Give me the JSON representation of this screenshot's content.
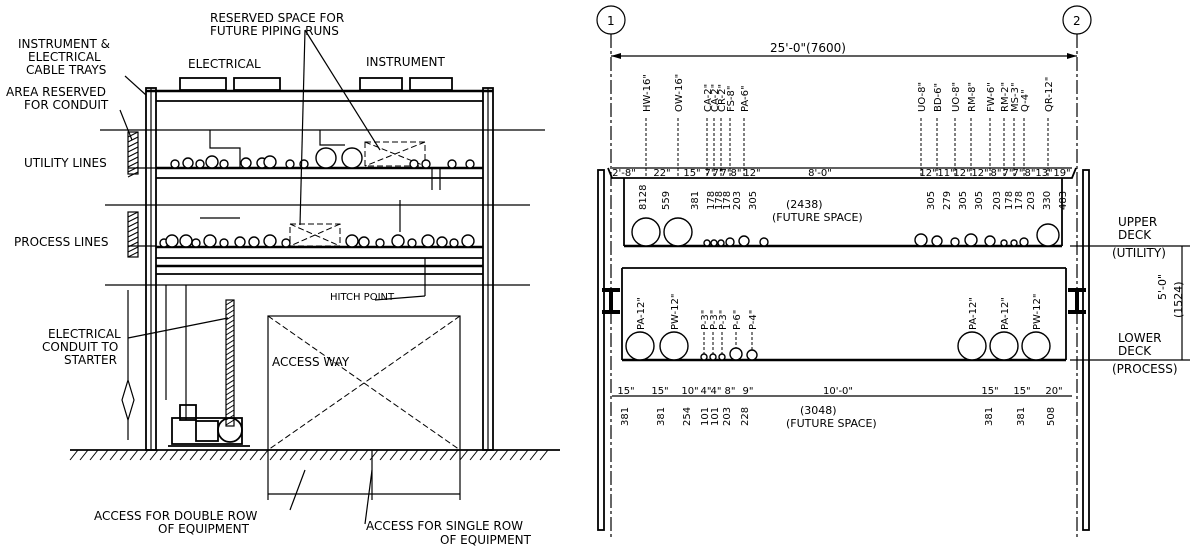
{
  "left": {
    "labels": {
      "reserved_l1": "RESERVED SPACE FOR",
      "reserved_l2": "FUTURE PIPING RUNS",
      "instr_l1": "INSTRUMENT &",
      "instr_l2": "ELECTRICAL",
      "instr_l3": "CABLE TRAYS",
      "area_l1": "AREA RESERVED",
      "area_l2": "FOR CONDUIT",
      "electrical": "ELECTRICAL",
      "instrument": "INSTRUMENT",
      "utility_lines": "UTILITY LINES",
      "process_lines": "PROCESS LINES",
      "hitch_point": "HITCH POINT",
      "conduit_l1": "ELECTRICAL",
      "conduit_l2": "CONDUIT TO",
      "conduit_l3": "STARTER",
      "access_way": "ACCESS WAY",
      "double_l1": "ACCESS FOR DOUBLE ROW",
      "double_l2": "OF EQUIPMENT",
      "single_l1": "ACCESS FOR SINGLE ROW",
      "single_l2": "OF EQUIPMENT"
    }
  },
  "right": {
    "grid_1": "1",
    "grid_2": "2",
    "span": "25'-0\"(7600)",
    "upper_lines": [
      "HW-16\"",
      "OW-16\"",
      "CA-2\"",
      "CA-2\"",
      "CR-2\"",
      "FS-8\"",
      "PA-6\"",
      "UO-8\"",
      "BD-6\"",
      "UO-8\"",
      "RM-8\"",
      "FW-6\"",
      "RM-2\"",
      "MS-3\"",
      "Q-4\"",
      "QR-12\""
    ],
    "upper_dims_ft": [
      "2'-8\"",
      "22\"",
      "15\"",
      "7\"",
      "7\"",
      "7\"",
      "8\"",
      "12\"",
      "8'-0\"",
      "12\"",
      "11\"",
      "12\"",
      "12\"",
      "8\"",
      "7\"",
      "7\"",
      "8\"",
      "13\"",
      "19\""
    ],
    "upper_dims_mm": [
      "8128",
      "559",
      "381",
      "178",
      "178",
      "178",
      "203",
      "305",
      "305",
      "279",
      "305",
      "305",
      "203",
      "178",
      "178",
      "203",
      "330",
      "483"
    ],
    "upper_future_mm": "(2438)",
    "upper_future": "(FUTURE SPACE)",
    "upper_deck_l1": "UPPER",
    "upper_deck_l2": "DECK",
    "upper_deck_l3": "(UTILITY)",
    "lower_lines": [
      "PA-12\"",
      "PW-12\"",
      "P-3\"",
      "P-3\"",
      "P-3\"",
      "P-6\"",
      "P-4\"",
      "PA-12\"",
      "PA-12\"",
      "PW-12\""
    ],
    "lower_dims_ft": [
      "15\"",
      "15\"",
      "10\"",
      "4\"",
      "4\"",
      "8\"",
      "9\"",
      "10'-0\"",
      "15\"",
      "15\"",
      "20\""
    ],
    "lower_dims_mm": [
      "381",
      "381",
      "254",
      "101",
      "101",
      "203",
      "228",
      "381",
      "381",
      "508"
    ],
    "lower_future_mm": "(3048)",
    "lower_future": "(FUTURE SPACE)",
    "lower_deck_l1": "LOWER",
    "lower_deck_l2": "DECK",
    "lower_deck_l3": "(PROCESS)",
    "deck_spacing_ft": "5'-0\"",
    "deck_spacing_mm": "(1524)"
  }
}
